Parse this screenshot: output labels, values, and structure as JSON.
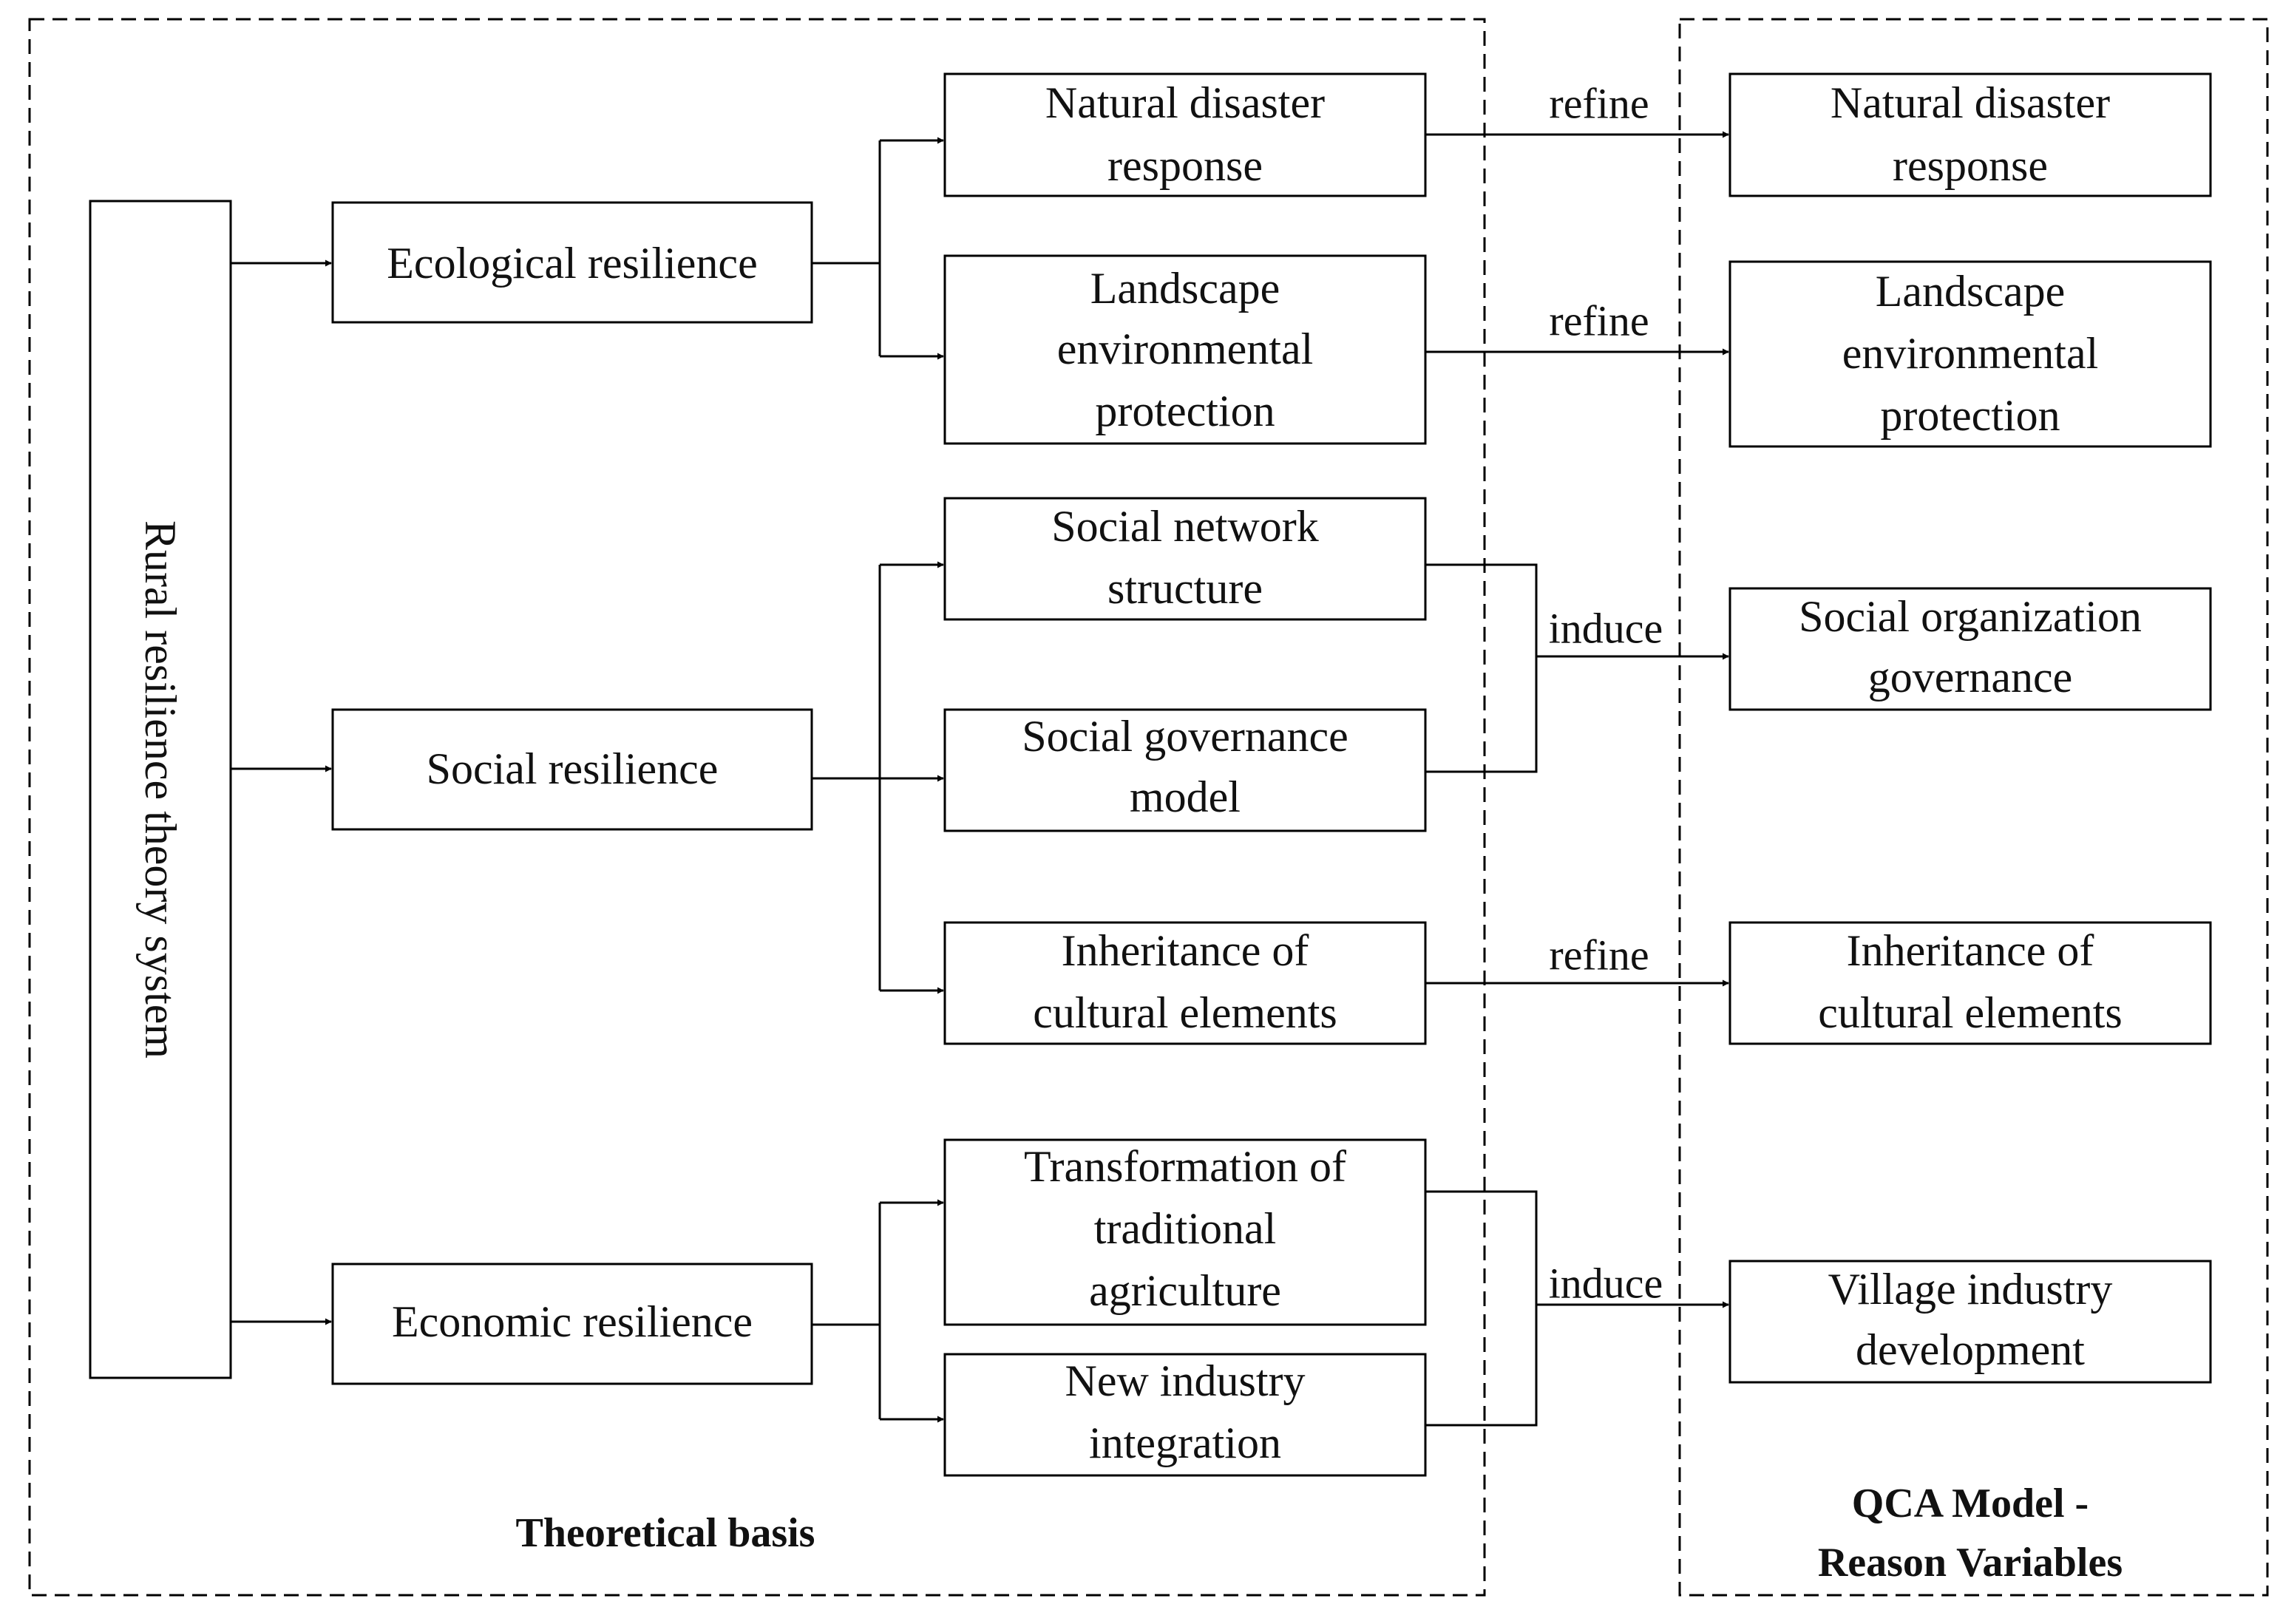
{
  "diagram": {
    "root": "Rural resilience theory system",
    "dimensions": {
      "ecological": "Ecological resilience",
      "social": "Social resilience",
      "economic": "Economic resilience"
    },
    "factors": {
      "natural_disaster": [
        "Natural disaster",
        "response"
      ],
      "landscape": [
        "Landscape",
        "environmental",
        "protection"
      ],
      "social_network": [
        "Social network",
        "structure"
      ],
      "social_governance": [
        "Social governance",
        "model"
      ],
      "cultural": [
        "Inheritance of",
        "cultural elements"
      ],
      "agriculture": [
        "Transformation of",
        "traditional",
        "agriculture"
      ],
      "new_industry": [
        "New industry",
        "integration"
      ]
    },
    "variables": {
      "natural_disaster": [
        "Natural disaster",
        "response"
      ],
      "landscape": [
        "Landscape",
        "environmental",
        "protection"
      ],
      "social_org": [
        "Social organization",
        "governance"
      ],
      "cultural": [
        "Inheritance of",
        "cultural elements"
      ],
      "village_industry": [
        "Village industry",
        "development"
      ]
    },
    "relations": {
      "refine": "refine",
      "induce": "induce"
    },
    "regions": {
      "theoretical": "Theoretical basis",
      "qca": [
        "QCA Model -",
        "Reason Variables"
      ]
    }
  }
}
